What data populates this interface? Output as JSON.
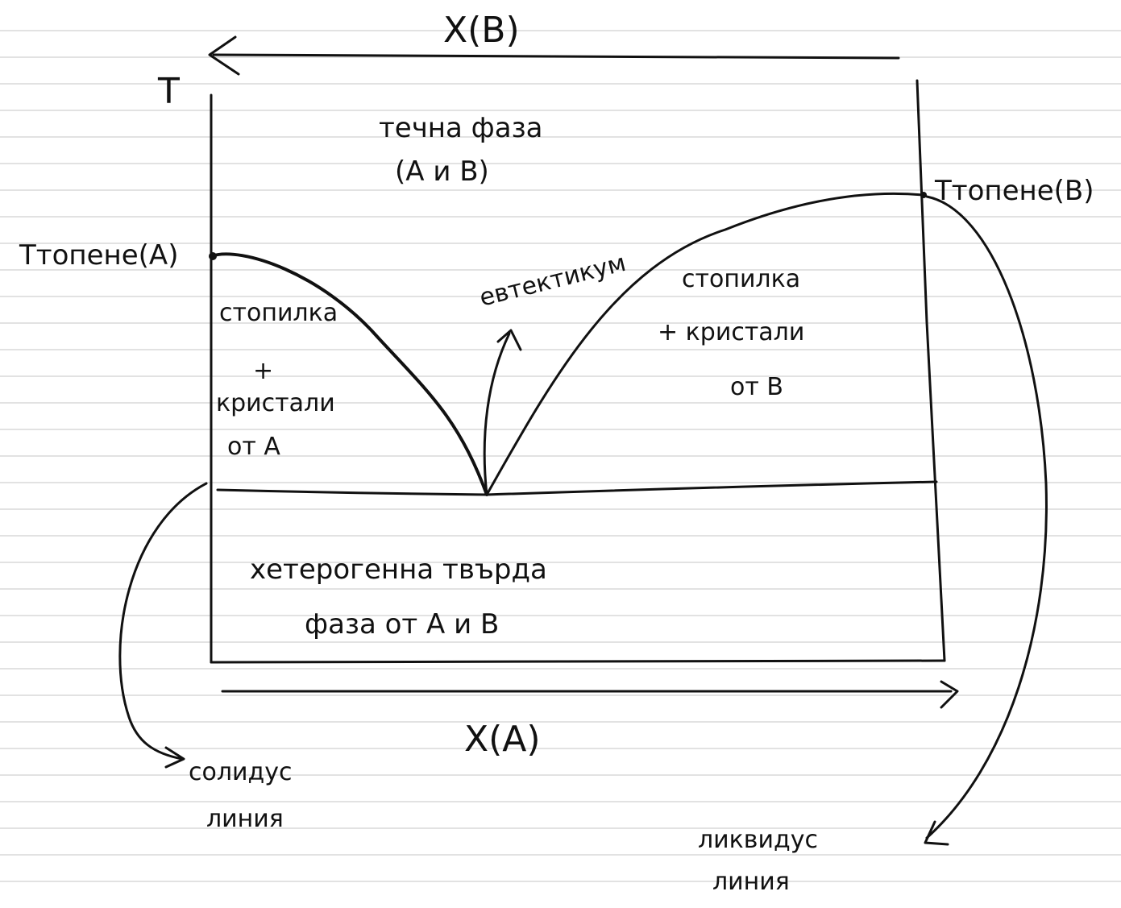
{
  "diagram": {
    "top_axis_label": "X(B)",
    "left_axis_label": "T",
    "bottom_axis_label": "X(A)",
    "melting_a_label": "Tтопене(A)",
    "melting_b_label": "Tтопене(B)",
    "liquid_region": {
      "line1": "течна фаза",
      "line2": "(A и B)"
    },
    "eutectic_label": "евтектикум",
    "left_region": {
      "line1": "стопилка",
      "line2": "+",
      "line3": "кристали",
      "line4": "от A"
    },
    "right_region": {
      "line1": "стопилка",
      "line2": "+ кристали",
      "line3": "от B"
    },
    "solid_region": {
      "line1": "хетерогенна твърда",
      "line2": "фаза от A и B"
    },
    "solidus_label": {
      "line1": "солидус",
      "line2": "линия"
    },
    "liquidus_label": {
      "line1": "ликвидус",
      "line2": "линия"
    },
    "colors": {
      "ink": "#111111",
      "ruled_line": "#d9d9d9",
      "paper": "#ffffff"
    }
  }
}
